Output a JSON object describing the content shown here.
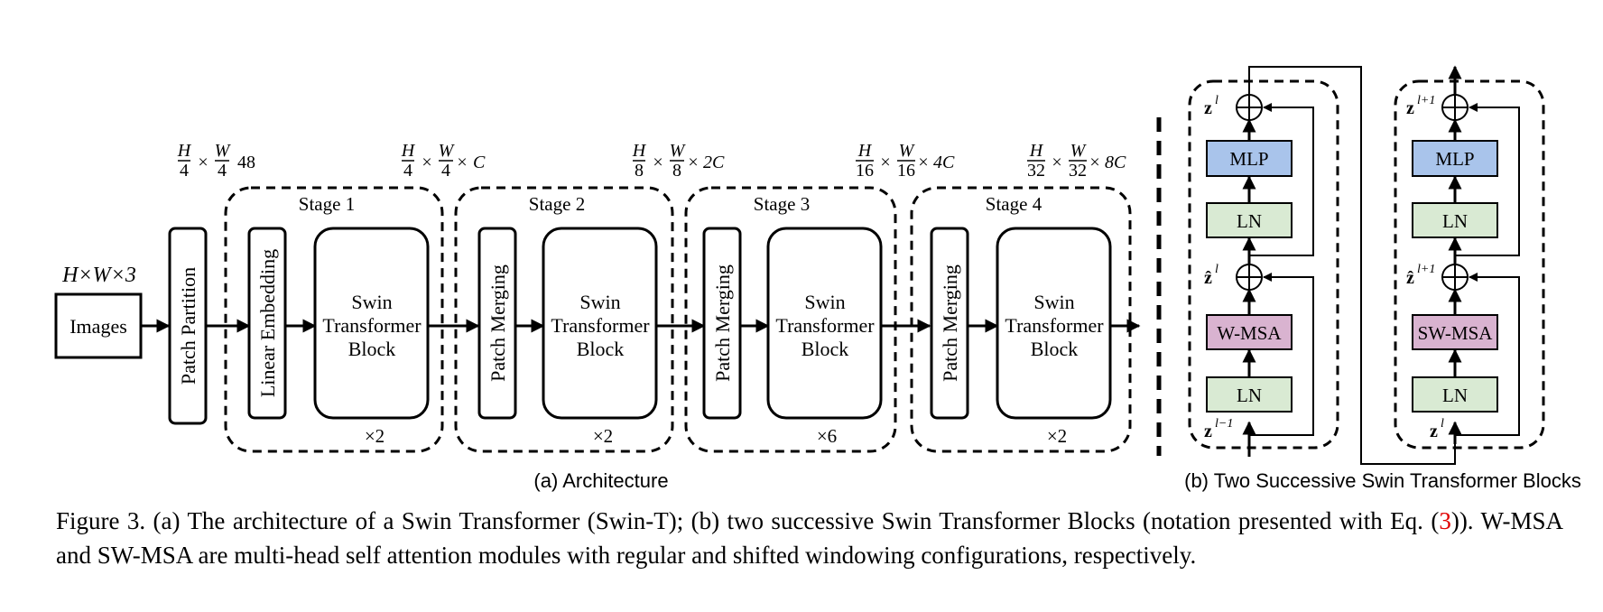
{
  "architecture": {
    "input_dim": "H×W×3",
    "images_label": "Images",
    "patch_partition_label": "Patch Partition",
    "linear_embedding_label": "Linear Embedding",
    "patch_merging_label": "Patch Merging",
    "swin_block_lines": [
      "Swin",
      "Transformer",
      "Block"
    ],
    "stages": [
      {
        "title": "Stage 1",
        "repeat": "×2",
        "dims": {
          "h": "H",
          "hd": "4",
          "w": "W",
          "wd": "4",
          "c": "48"
        }
      },
      {
        "title": "Stage 2",
        "repeat": "×2",
        "dims": {
          "h": "H",
          "hd": "4",
          "w": "W",
          "wd": "4",
          "c": "C"
        }
      },
      {
        "title": "Stage 3",
        "repeat": "×6",
        "dims": {
          "h": "H",
          "hd": "8",
          "w": "W",
          "wd": "8",
          "c": "2C"
        }
      },
      {
        "title": "Stage 4",
        "repeat": "×2",
        "dims": {
          "h": "H",
          "hd": "16",
          "w": "W",
          "wd": "16",
          "c": "4C"
        }
      }
    ],
    "final_dims": {
      "h": "H",
      "hd": "32",
      "w": "W",
      "wd": "32",
      "c": "8C"
    },
    "times": "×",
    "subcaption": "(a) Architecture"
  },
  "blocks": {
    "block1": {
      "mlp": "MLP",
      "ln_top": "LN",
      "attn": "W-MSA",
      "ln_bottom": "LN",
      "z_out": "z",
      "z_out_sup": "l",
      "z_mid": "ẑ",
      "z_mid_sup": "l",
      "z_in": "z",
      "z_in_sup": "l−1"
    },
    "block2": {
      "mlp": "MLP",
      "ln_top": "LN",
      "attn": "SW-MSA",
      "ln_bottom": "LN",
      "z_out": "z",
      "z_out_sup": "l+1",
      "z_mid": "ẑ",
      "z_mid_sup": "l+1",
      "z_in": "z",
      "z_in_sup": "l"
    },
    "subcaption": "(b) Two Successive Swin Transformer Blocks"
  },
  "colors": {
    "mlp": "#a9c4eb",
    "ln": "#d9ead3",
    "msa": "#d9b3d0"
  },
  "caption": {
    "part1": "Figure 3. (a) The architecture of a Swin Transformer (Swin-T); (b) two successive Swin Transformer Blocks (notation presented with Eq. (",
    "ref": "3",
    "part2": ")). W-MSA and SW-MSA are multi-head self attention modules with regular and shifted windowing configurations, respectively."
  }
}
